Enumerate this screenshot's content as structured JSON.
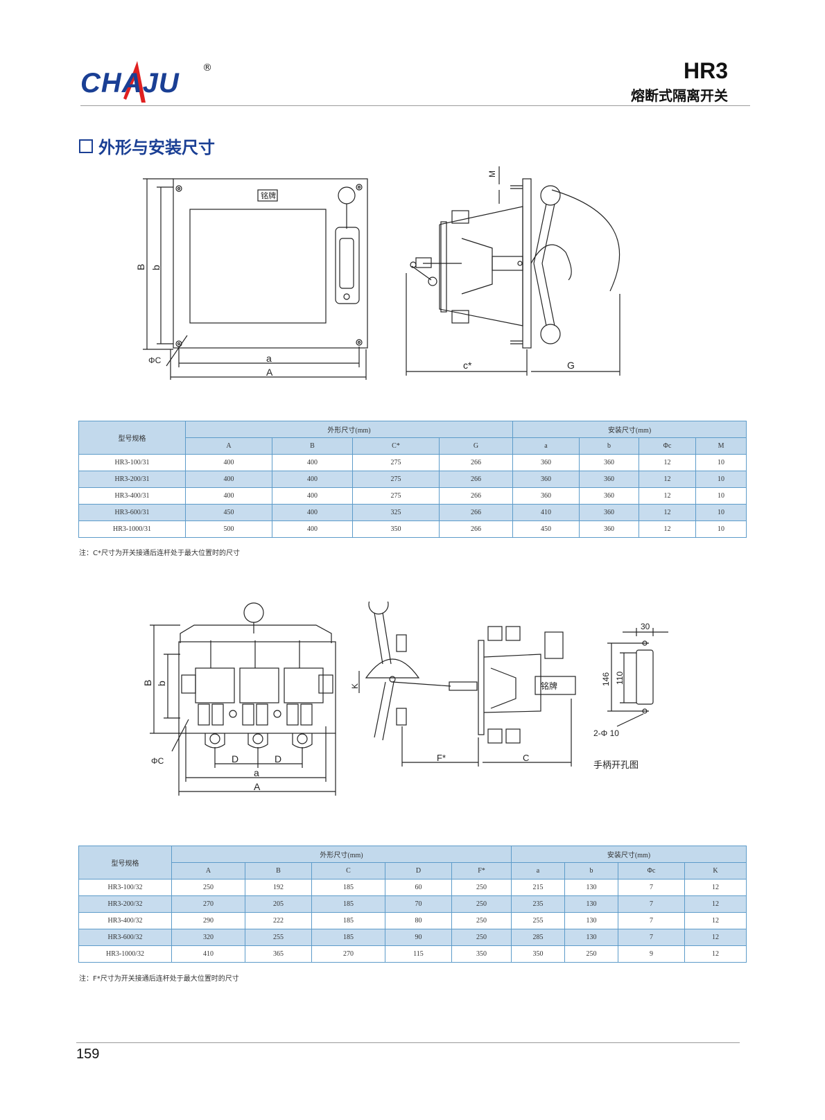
{
  "brand": {
    "name": "CHAJU",
    "reg_mark": "®"
  },
  "header": {
    "model": "HR3",
    "product_name": "熔断式隔离开关"
  },
  "section": {
    "title": "外形与安装尺寸"
  },
  "drawing1": {
    "nameplate": "铭牌",
    "labels": {
      "B": "B",
      "b": "b",
      "a": "a",
      "A": "A",
      "phiC": "ΦC",
      "c": "c*",
      "G": "G",
      "M": "M"
    }
  },
  "table1": {
    "model_header": "型号规格",
    "group1": "外形尺寸(mm)",
    "group2": "安装尺寸(mm)",
    "cols": [
      "A",
      "B",
      "C*",
      "G",
      "a",
      "b",
      "Φc",
      "M"
    ],
    "rows": [
      {
        "model": "HR3-100/31",
        "values": [
          "400",
          "400",
          "275",
          "266",
          "360",
          "360",
          "12",
          "10"
        ]
      },
      {
        "model": "HR3-200/31",
        "values": [
          "400",
          "400",
          "275",
          "266",
          "360",
          "360",
          "12",
          "10"
        ]
      },
      {
        "model": "HR3-400/31",
        "values": [
          "400",
          "400",
          "275",
          "266",
          "360",
          "360",
          "12",
          "10"
        ]
      },
      {
        "model": "HR3-600/31",
        "values": [
          "450",
          "400",
          "325",
          "266",
          "410",
          "360",
          "12",
          "10"
        ]
      },
      {
        "model": "HR3-1000/31",
        "values": [
          "500",
          "400",
          "350",
          "266",
          "450",
          "360",
          "12",
          "10"
        ]
      }
    ],
    "note": "注：C*尺寸为开关接通后连杆处于最大位置时的尺寸"
  },
  "drawing2": {
    "nameplate": "铭牌",
    "labels": {
      "B": "B",
      "b": "b",
      "a": "a",
      "A": "A",
      "D1": "D",
      "D2": "D",
      "phiC": "ΦC",
      "K": "K",
      "F": "F*",
      "C": "C",
      "d30": "30",
      "d146": "146",
      "d110": "110",
      "holes": "2-Φ 10"
    },
    "handle_caption": "手柄开孔图"
  },
  "table2": {
    "model_header": "型号规格",
    "group1": "外形尺寸(mm)",
    "group2": "安装尺寸(mm)",
    "cols": [
      "A",
      "B",
      "C",
      "D",
      "F*",
      "a",
      "b",
      "Φc",
      "K"
    ],
    "rows": [
      {
        "model": "HR3-100/32",
        "values": [
          "250",
          "192",
          "185",
          "60",
          "250",
          "215",
          "130",
          "7",
          "12"
        ]
      },
      {
        "model": "HR3-200/32",
        "values": [
          "270",
          "205",
          "185",
          "70",
          "250",
          "235",
          "130",
          "7",
          "12"
        ]
      },
      {
        "model": "HR3-400/32",
        "values": [
          "290",
          "222",
          "185",
          "80",
          "250",
          "255",
          "130",
          "7",
          "12"
        ]
      },
      {
        "model": "HR3-600/32",
        "values": [
          "320",
          "255",
          "185",
          "90",
          "250",
          "285",
          "130",
          "7",
          "12"
        ]
      },
      {
        "model": "HR3-1000/32",
        "values": [
          "410",
          "365",
          "270",
          "115",
          "350",
          "350",
          "250",
          "9",
          "12"
        ]
      }
    ],
    "note": "注：F*尺寸为开关接通后连杆处于最大位置时的尺寸"
  },
  "footer": {
    "page_number": "159"
  }
}
